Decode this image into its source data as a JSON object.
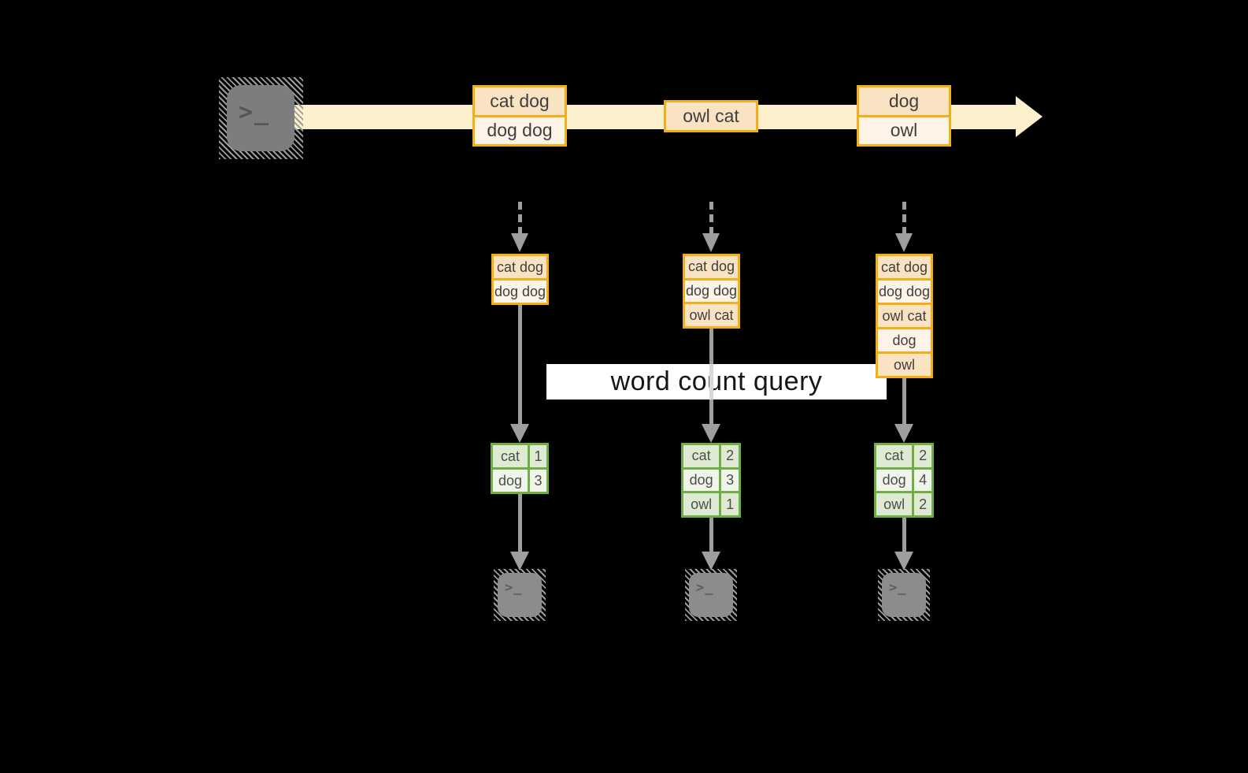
{
  "query_label": "word count query",
  "prompt_glyph": ">_",
  "colors": {
    "background": "#000000",
    "stream_arrow": "#fdf0cd",
    "box_border": "#f3af18",
    "box_fill_peach": "#fae3c3",
    "box_fill_cream": "#fdf3e6",
    "table_border": "#70ad47",
    "table_fill_dark": "#dfead2",
    "table_fill_light": "#eff5e9",
    "connector_gray": "#9e9e9e",
    "terminal_gray": "#7d7d7d"
  },
  "stream": {
    "batches": [
      {
        "items": [
          "cat dog",
          "dog dog"
        ]
      },
      {
        "items": [
          "owl cat"
        ]
      },
      {
        "items": [
          "dog",
          "owl"
        ]
      }
    ]
  },
  "micro_batches": [
    {
      "items": [
        "cat dog",
        "dog dog"
      ]
    },
    {
      "items": [
        "cat dog",
        "dog dog",
        "owl cat"
      ]
    },
    {
      "items": [
        "cat dog",
        "dog dog",
        "owl cat",
        "dog",
        "owl"
      ]
    }
  ],
  "count_tables": [
    {
      "rows": [
        {
          "word": "cat",
          "count": "1"
        },
        {
          "word": "dog",
          "count": "3"
        }
      ]
    },
    {
      "rows": [
        {
          "word": "cat",
          "count": "2"
        },
        {
          "word": "dog",
          "count": "3"
        },
        {
          "word": "owl",
          "count": "1"
        }
      ]
    },
    {
      "rows": [
        {
          "word": "cat",
          "count": "2"
        },
        {
          "word": "dog",
          "count": "4"
        },
        {
          "word": "owl",
          "count": "2"
        }
      ]
    }
  ]
}
